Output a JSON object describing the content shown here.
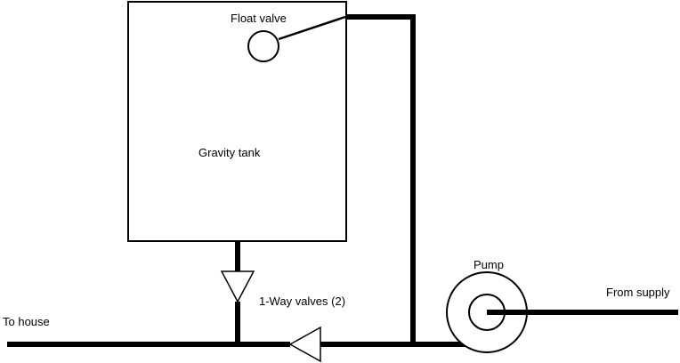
{
  "diagram": {
    "labels": {
      "float_valve": "Float valve",
      "gravity_tank": "Gravity tank",
      "pump": "Pump",
      "from_supply": "From supply",
      "to_house": "To house",
      "one_way_valves": "1-Way valves (2)"
    },
    "colors": {
      "line": "#000000",
      "background": "#ffffff"
    }
  }
}
